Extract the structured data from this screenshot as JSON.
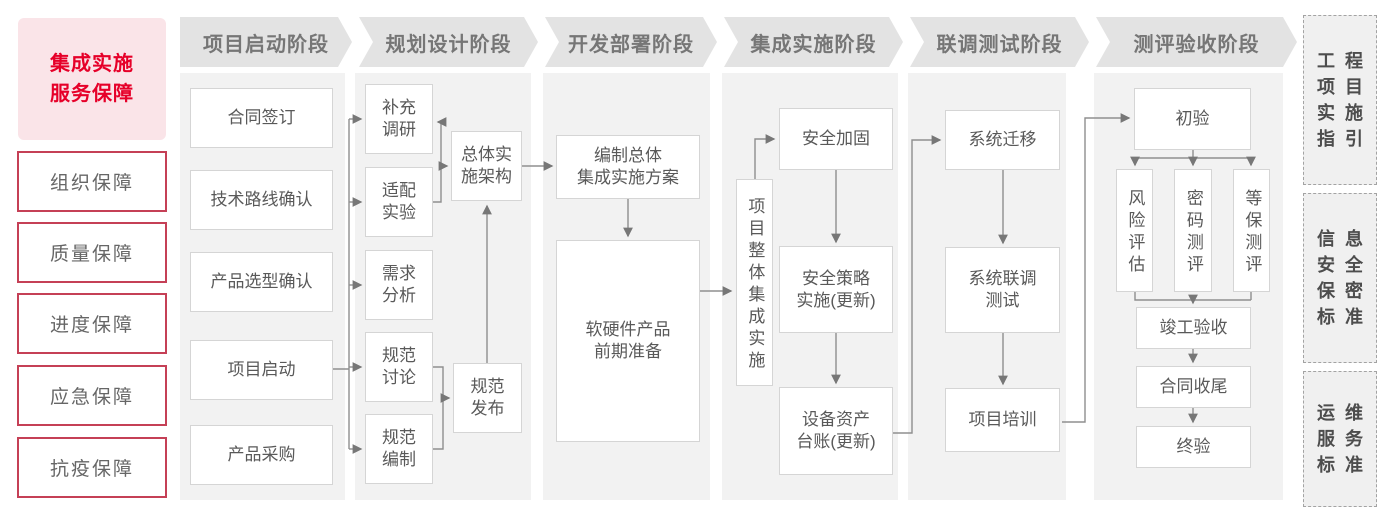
{
  "sidebar": {
    "title": "集成实施\n服务保障",
    "items": [
      "组织保障",
      "质量保障",
      "进度保障",
      "应急保障",
      "抗疫保障"
    ]
  },
  "phases": [
    {
      "label": "项目启动阶段",
      "boxes": {
        "contract_signing": "合同签订",
        "tech_route_confirm": "技术路线确认",
        "product_selection_confirm": "产品选型确认",
        "project_kickoff": "项目启动",
        "product_procurement": "产品采购"
      }
    },
    {
      "label": "规划设计阶段",
      "boxes": {
        "supplementary_research": "补充\n调研",
        "adaptation_test": "适配\n实验",
        "requirement_analysis": "需求\n分析",
        "spec_discussion": "规范\n讨论",
        "spec_drafting": "规范\n编制",
        "overall_architecture": "总体实\n施架构",
        "spec_release": "规范\n发布"
      }
    },
    {
      "label": "开发部署阶段",
      "boxes": {
        "overall_integration_plan": "编制总体\n集成实施方案",
        "hw_sw_preparation": "软硬件产品\n前期准备"
      }
    },
    {
      "label": "集成实施阶段",
      "boxes": {
        "overall_project_integration": "项目整体集成实施",
        "security_hardening": "安全加固",
        "security_policy_implementation": "安全策略\n实施(更新)",
        "asset_ledger_update": "设备资产\n台账(更新)"
      }
    },
    {
      "label": "联调测试阶段",
      "boxes": {
        "system_migration": "系统迁移",
        "joint_debugging_test": "系统联调\n测试",
        "project_training": "项目培训"
      }
    },
    {
      "label": "测评验收阶段",
      "boxes": {
        "preliminary_acceptance": "初验",
        "risk_assessment": "风险评估",
        "crypto_evaluation": "密码测评",
        "mlps_evaluation": "等保测评",
        "completion_acceptance": "竣工验收",
        "contract_closure": "合同收尾",
        "final_acceptance": "终验"
      }
    }
  ],
  "standards": [
    "工程\n项目\n实施\n指引",
    "信息\n安全\n保密\n标准",
    "运维\n服务\n标准"
  ],
  "colors": {
    "accent_red": "#e60029",
    "pink_bg": "#fae4e8",
    "red_border": "#c54056",
    "panel_gray": "#f2f2f2",
    "header_gray": "#e3e3e3",
    "line_gray": "#8f8f8f",
    "text_gray": "#595959"
  }
}
